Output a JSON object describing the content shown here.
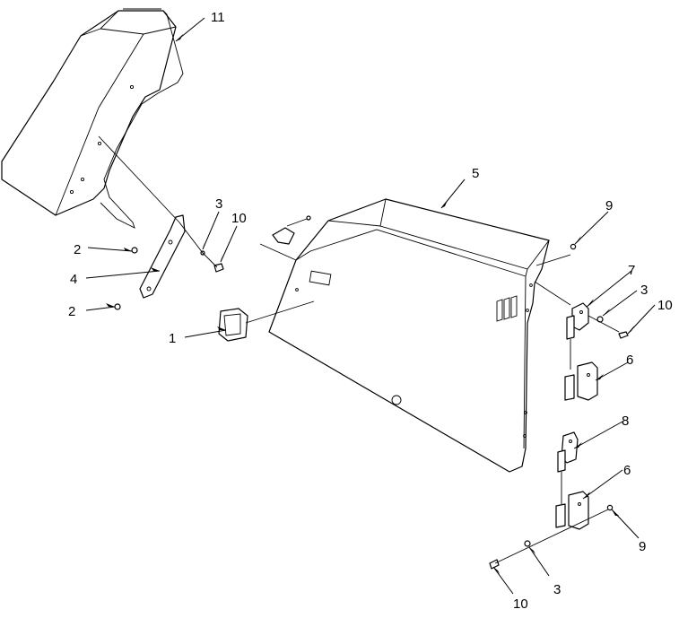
{
  "figure": {
    "background": "#ffffff",
    "line_color": "#000000"
  },
  "callouts": [
    {
      "id": "c11",
      "label": "11"
    },
    {
      "id": "c5",
      "label": "5"
    },
    {
      "id": "c9a",
      "label": "9"
    },
    {
      "id": "c3a",
      "label": "3"
    },
    {
      "id": "c10a",
      "label": "10"
    },
    {
      "id": "c2a",
      "label": "2"
    },
    {
      "id": "c4",
      "label": "4"
    },
    {
      "id": "c2b",
      "label": "2"
    },
    {
      "id": "c1",
      "label": "1"
    },
    {
      "id": "c7",
      "label": "7"
    },
    {
      "id": "c3b",
      "label": "3"
    },
    {
      "id": "c10b",
      "label": "10"
    },
    {
      "id": "c6a",
      "label": "6"
    },
    {
      "id": "c8",
      "label": "8"
    },
    {
      "id": "c6b",
      "label": "6"
    },
    {
      "id": "c9b",
      "label": "9"
    },
    {
      "id": "c10c",
      "label": "10"
    },
    {
      "id": "c3c",
      "label": "3"
    }
  ]
}
